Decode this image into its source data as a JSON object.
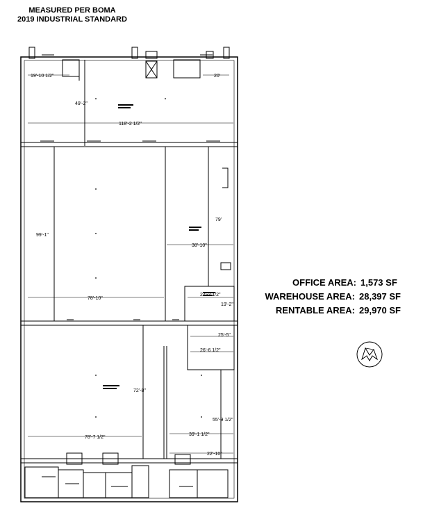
{
  "header": {
    "line1": "MEASURED PER BOMA",
    "line2": "2019 INDUSTRIAL STANDARD"
  },
  "areas": [
    {
      "label": "OFFICE AREA:",
      "value": "1,573 SF"
    },
    {
      "label": "WAREHOUSE AREA:",
      "value": "28,397 SF"
    },
    {
      "label": "RENTABLE AREA:",
      "value": "29,970 SF"
    }
  ],
  "dimensions": {
    "d1": "19'-10 1/2\"",
    "d2": "20'",
    "d3": "49'-2\"",
    "d4": "118'-2 1/2\"",
    "d5": "99'-1\"",
    "d6": "79'",
    "d7": "38'-10\"",
    "d8": "78'-10\"",
    "d9": "27'-2 1/2\"",
    "d10": "19'-2\"",
    "d11": "25'-5\"",
    "d12": "26'-6 1/2\"",
    "d13": "72'-8\"",
    "d14": "55'-9 1/2\"",
    "d15": "78'-7 1/2\"",
    "d16": "39'-1 1/2\"",
    "d17": "22'-10\""
  },
  "colors": {
    "line": "#000000",
    "background": "#ffffff"
  },
  "icons": {
    "north_arrow": "north-arrow-icon"
  }
}
